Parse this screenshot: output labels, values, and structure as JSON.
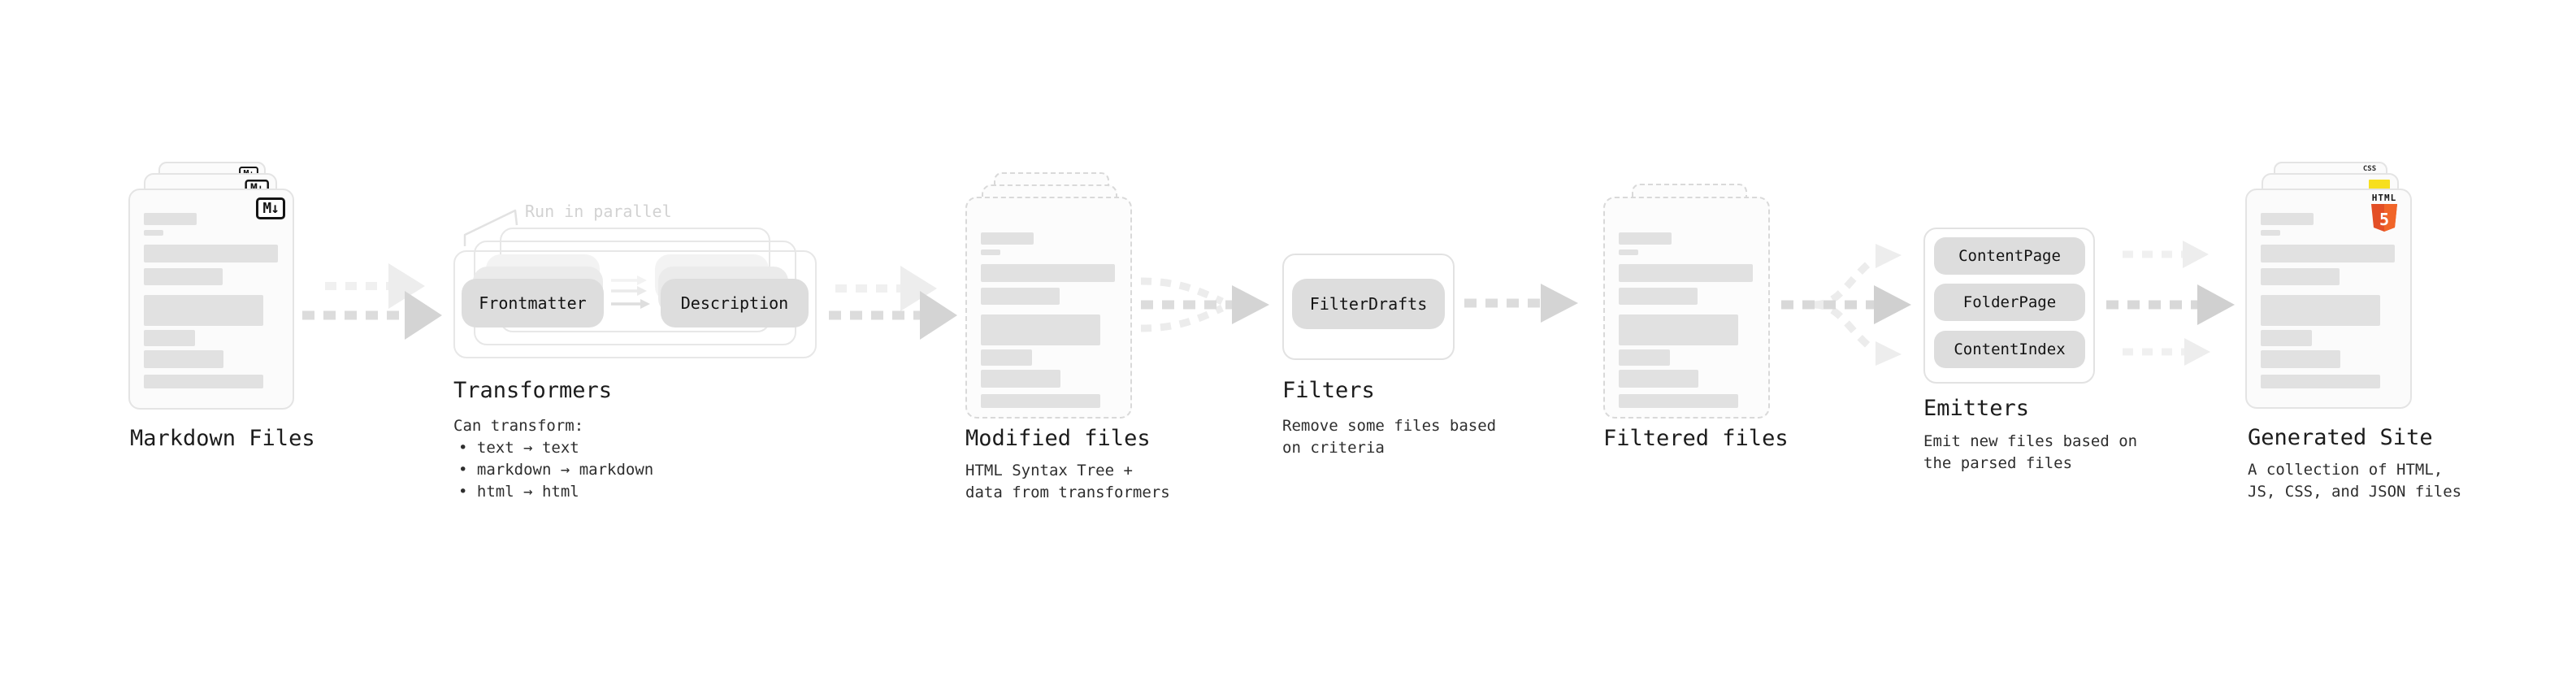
{
  "nodes": {
    "markdown": {
      "label": "Markdown Files",
      "badge": "M↓"
    },
    "transformers": {
      "label": "Transformers",
      "annotation": "Run in parallel",
      "pills": [
        "Frontmatter",
        "Description"
      ],
      "desc": [
        "Can transform:",
        "• text → text",
        "• markdown → markdown",
        "• html → html"
      ]
    },
    "modified": {
      "label": "Modified files",
      "desc": [
        "HTML Syntax Tree +",
        "data from transformers"
      ]
    },
    "filters": {
      "label": "Filters",
      "pills": [
        "FilterDrafts"
      ],
      "desc": [
        "Remove some files based",
        "on criteria"
      ]
    },
    "filtered": {
      "label": "Filtered files"
    },
    "emitters": {
      "label": "Emitters",
      "pills": [
        "ContentPage",
        "FolderPage",
        "ContentIndex"
      ],
      "desc": [
        "Emit new files based on",
        "the parsed files"
      ]
    },
    "generated": {
      "label": "Generated Site",
      "desc": [
        "A collection of HTML,",
        "JS, CSS, and JSON files"
      ],
      "html_label": "HTML",
      "five_label": "5",
      "css_label": "CSS"
    }
  },
  "colors": {
    "html5_orange": "#e34f26",
    "js_yellow": "#f7df1e",
    "css_blue": "#2965f1",
    "arrow_dark": "#d4d4d4",
    "arrow_light": "#ededed",
    "card_border": "#e4e4e4"
  }
}
